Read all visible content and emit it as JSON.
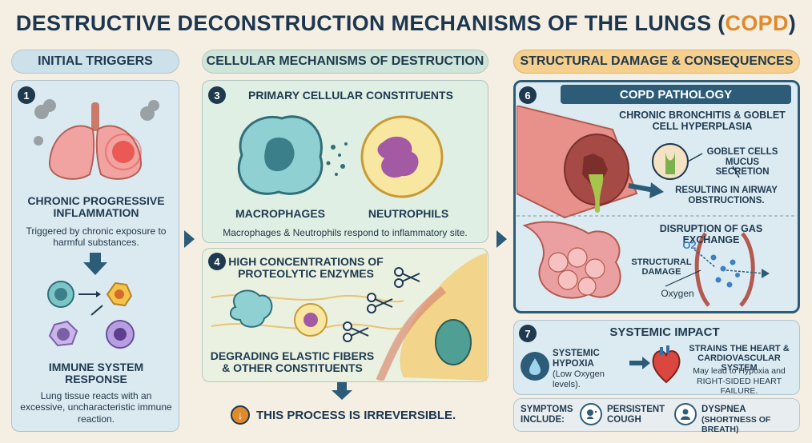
{
  "title": {
    "main": "DESTRUCTIVE DECONSTRUCTION MECHANISMS OF THE LUNGS (",
    "accent": "COPD",
    "close": ")"
  },
  "columns": {
    "col1": "INITIAL TRIGGERS",
    "col2": "CELLULAR MECHANISMS OF DESTRUCTION",
    "col3": "STRUCTURAL DAMAGE & CONSEQUENCES"
  },
  "panel1": {
    "number": "1",
    "heading": "CHRONIC PROGRESSIVE INFLAMMATION",
    "text": "Triggered by chronic exposure to harmful substances.",
    "immune_heading": "IMMUNE SYSTEM RESPONSE",
    "immune_text": "Lung tissue reacts with an excessive, uncharacteristic immune reaction."
  },
  "panel3": {
    "number": "3",
    "heading": "PRIMARY CELLULAR CONSTITUENTS",
    "macrophages": "MACROPHAGES",
    "neutrophils": "NEUTROPHILS",
    "caption": "Macrophages & Neutrophils respond to inflammatory site."
  },
  "panel4": {
    "number": "4",
    "heading": "HIGH CONCENTRATIONS OF PROTEOLYTIC ENZYMES",
    "bottom": "DEGRADING ELASTIC FIBERS & OTHER CONSTITUENTS"
  },
  "irreversible": "THIS PROCESS IS IRREVERSIBLE.",
  "panel6": {
    "number": "6",
    "title": "COPD PATHOLOGY",
    "bronchitis": "CHRONIC BRONCHITIS & GOBLET CELL HYPERPLASIA",
    "goblet": "GOBLET CELLS MUCUS SECRETION",
    "obstruction": "RESULTING IN AIRWAY OBSTRUCTIONS.",
    "gas_exchange": "DISRUPTION OF GAS EXCHANGE",
    "o2": "O2",
    "structural": "STRUCTURAL DAMAGE",
    "oxygen": "Oxygen"
  },
  "panel7": {
    "number": "7",
    "title": "SYSTEMIC IMPACT",
    "hypoxia": "SYSTEMIC HYPOXIA",
    "hypoxia_note": "(Low Oxygen levels).",
    "heart": "STRAINS THE HEART & CARDIOVASCULAR SYSTEM",
    "heart_note": "May lead to Hypoxia and RIGHT-SIDED HEART FAILURE."
  },
  "symptoms": {
    "label": "SYMPTOMS INCLUDE:",
    "cough": "PERSISTENT COUGH",
    "dyspnea": "DYSPNEA",
    "dyspnea_note": "(SHORTNESS OF BREATH)"
  }
}
